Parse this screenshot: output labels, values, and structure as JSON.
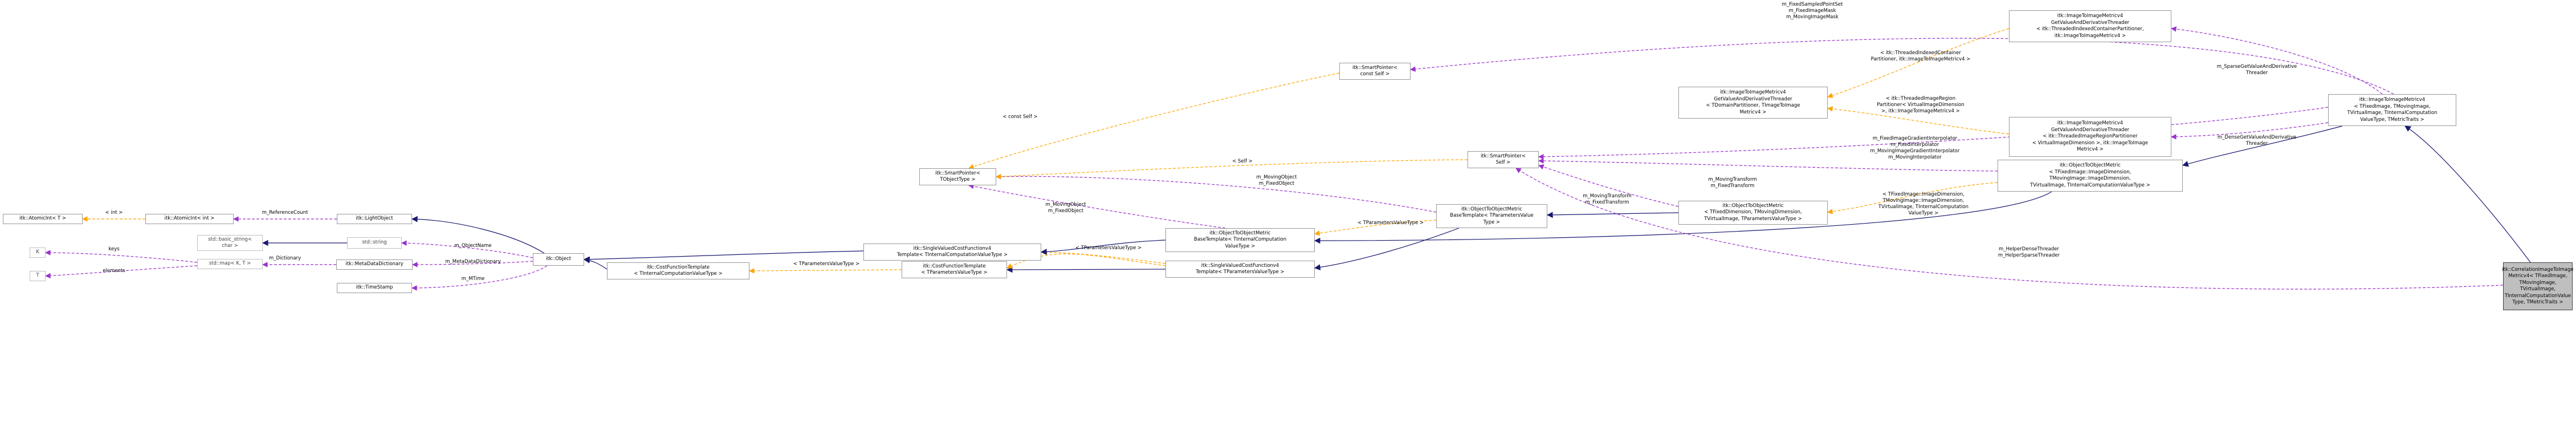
{
  "nodes": {
    "atomic_int_T": "itk::AtomicInt< T >",
    "atomic_int_int": "itk::AtomicInt< int >",
    "light_object": "itk::LightObject",
    "std_basic_string": "std::basic_string<\nchar >",
    "std_string": "std::string",
    "std_map": "std::map< K, T >",
    "key_K": "K",
    "val_T": "T",
    "metadata_dictionary": "itk::MetaDataDictionary",
    "time_stamp": "itk::TimeStamp",
    "object": "itk::Object",
    "single_valued_cf_v4_internal": "itk::SingleValuedCostFunctionv4\nTemplate< TInternalComputationValueType >",
    "cost_function_template_internal": "itk::CostFunctionTemplate\n< TInternalComputationValueType >",
    "cost_function_template": "itk::CostFunctionTemplate\n< TParametersValueType >",
    "smart_pointer_object": "itk::SmartPointer<\nTObjectType >",
    "smart_pointer_const_self": "itk::SmartPointer<\nconst Self >",
    "object_to_object_metric_base_internal": "itk::ObjectToObjectMetric\nBaseTemplate< TInternalComputation\nValueType >",
    "single_valued_cf_v4_params": "itk::SingleValuedCostFunctionv4\nTemplate< TParametersValueType >",
    "object_to_object_metric_base_tparams": "itk::ObjectToObjectMetric\nBaseTemplate< TParametersValue\nType >",
    "smart_pointer_self": "itk::SmartPointer<\nSelf >",
    "object_to_object_metric_dims": "itk::ObjectToObjectMetric\n< TFixedDimension, TMovingDimension,\nTVirtualImage, TParametersValueType >",
    "image_to_image_metric_v4_threader_domain": "itk::ImageToImageMetricv4\nGetValueAndDerivativeThreader\n< TDomainPartitioner, TImageToImage\nMetricv4 >",
    "object_to_object_metric_images": "itk::ObjectToObjectMetric\n< TFixedImage::ImageDimension,\nTMovingImage::ImageDimension,\nTVirtualImage, TInternalComputationValueType >",
    "image_to_image_metric_v4_threader_indexed": "itk::ImageToImageMetricv4\nGetValueAndDerivativeThreader\n< itk::ThreadedIndexedContainerPartitioner,\nitk::ImageToImageMetricv4 >",
    "image_to_image_metric_v4_threader_region": "itk::ImageToImageMetricv4\nGetValueAndDerivativeThreader\n< itk::ThreadedImageRegionPartitioner\n< VirtualImageDimension >, itk::ImageToImage\nMetricv4 >",
    "image_to_image_metric_v4": "itk::ImageToImageMetricv4\n< TFixedImage, TMovingImage,\nTVirtualImage, TInternalComputation\nValueType, TMetricTraits >",
    "correlation_metric": "itk::CorrelationImageToImage\nMetricv4< TFixedImage, TMovingImage,\nTVirtualImage, TInternalComputationValue\nType, TMetricTraits >"
  },
  "edge_labels": {
    "int_template": "< int >",
    "reference_count": "m_ReferenceCount",
    "object_name": "m_ObjectName",
    "keys": "keys",
    "elements": "elements",
    "dictionary": "m_Dictionary",
    "metadata_dictionary_member": "m_MetaDataDictionary",
    "mtime": "m_MTime",
    "tparams_cft": "< TParametersValueType >",
    "tparams_svcf": "< TParametersValueType >",
    "tparams_base": "< TParametersValueType >",
    "moving_fixed_object_1": "m_MovingObject\nm_FixedObject",
    "moving_fixed_object_2": "m_MovingObject\nm_FixedObject",
    "const_self": "< const Self >",
    "self": "< Self >",
    "moving_fixed_transform_1": "m_MovingTransform\nm_FixedTransform",
    "moving_fixed_transform_2": "m_MovingTransform\nm_FixedTransform",
    "images_template": "< TFixedImage::ImageDimension,\nTMovingImage::ImageDimension,\nTVirtualImage, TInternalComputation\nValueType >",
    "indexed_template": "< itk::ThreadedIndexedContainer\nPartitioner, itk::ImageToImageMetricv4 >",
    "region_template": "< itk::ThreadedImageRegion\nPartitioner< VirtualImageDimension\n>, itk::ImageToImageMetricv4 >",
    "fixed_sampled": "m_FixedSampledPointSet\nm_FixedImageMask\nm_MovingImageMask",
    "interpolators": "m_FixedImageGradientInterpolator\nm_FixedInterpolator\nm_MovingImageGradientInterpolator\nm_MovingInterpolator",
    "sparse_threader": "m_SparseGetValueAndDerivative\nThreader",
    "dense_threader": "m_DenseGetValueAndDerivative\nThreader",
    "helper_threaders": "m_HelperDenseThreader\nm_HelperSparseThreader"
  },
  "colors": {
    "inheritance": "#191970",
    "usage": "#9a32cd",
    "template": "#ffa500",
    "focus_fill": "#bfbfbf"
  }
}
